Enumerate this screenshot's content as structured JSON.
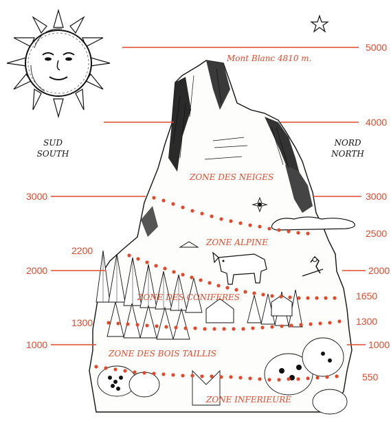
{
  "peak_label": "Mont Blanc 4810 m.",
  "south": {
    "fr": "SUD",
    "en": "SOUTH"
  },
  "north": {
    "fr": "NORD",
    "en": "NORTH"
  },
  "altitudes_left": [
    "3000",
    "2200",
    "2000",
    "1300",
    "1000"
  ],
  "altitudes_right": [
    "5000",
    "4000",
    "3000",
    "2500",
    "2000",
    "1650",
    "1300",
    "1000",
    "550"
  ],
  "zones": [
    {
      "label": "ZONE DES NEIGES"
    },
    {
      "label": "ZONE ALPINE"
    },
    {
      "label": "ZONE DES CONIFERES"
    },
    {
      "label": "ZONE DES BOIS TAILLIS"
    },
    {
      "label": "ZONE INFERIEURE"
    }
  ],
  "colors": {
    "accent": "#e2492b",
    "ink": "#111111"
  },
  "icons": [
    "sun-icon",
    "star-icon",
    "cow-icon",
    "skier-icon",
    "edelweiss-icon",
    "cloud-icon"
  ]
}
